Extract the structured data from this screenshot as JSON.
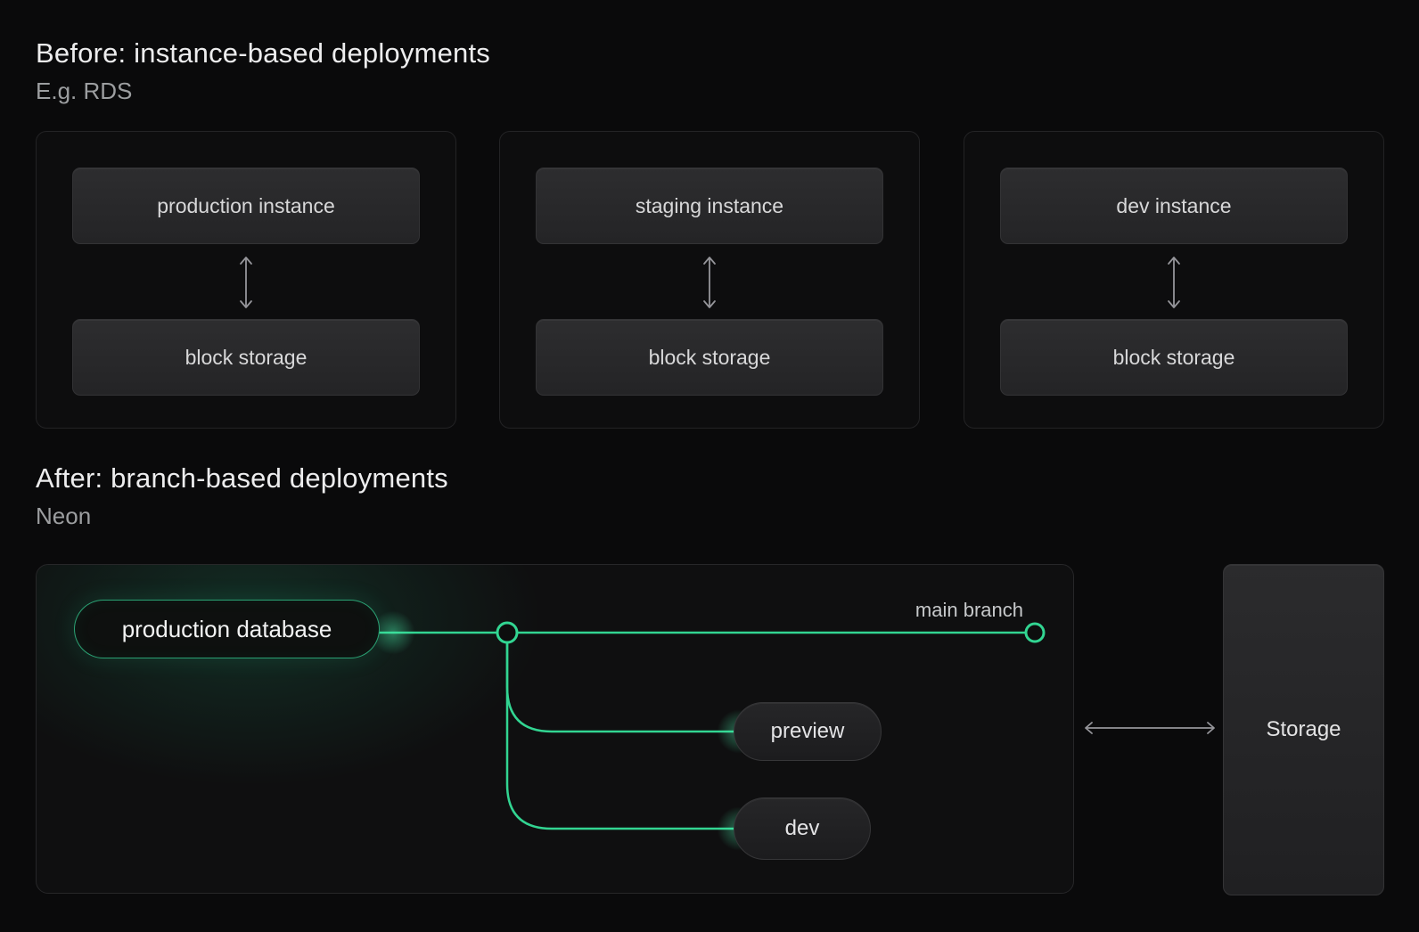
{
  "colors": {
    "accent_green": "#32d592",
    "arrow_gray": "#95959a"
  },
  "before": {
    "title": "Before: instance-based deployments",
    "subtitle": "E.g. RDS",
    "cards": [
      {
        "instance_label": "production instance",
        "storage_label": "block storage"
      },
      {
        "instance_label": "staging instance",
        "storage_label": "block storage"
      },
      {
        "instance_label": "dev instance",
        "storage_label": "block storage"
      }
    ]
  },
  "after": {
    "title": "After: branch-based deployments",
    "subtitle": "Neon",
    "diagram": {
      "primary_label": "production database",
      "main_branch_label": "main branch",
      "branch_labels": [
        "preview",
        "dev"
      ],
      "storage_label": "Storage"
    }
  }
}
